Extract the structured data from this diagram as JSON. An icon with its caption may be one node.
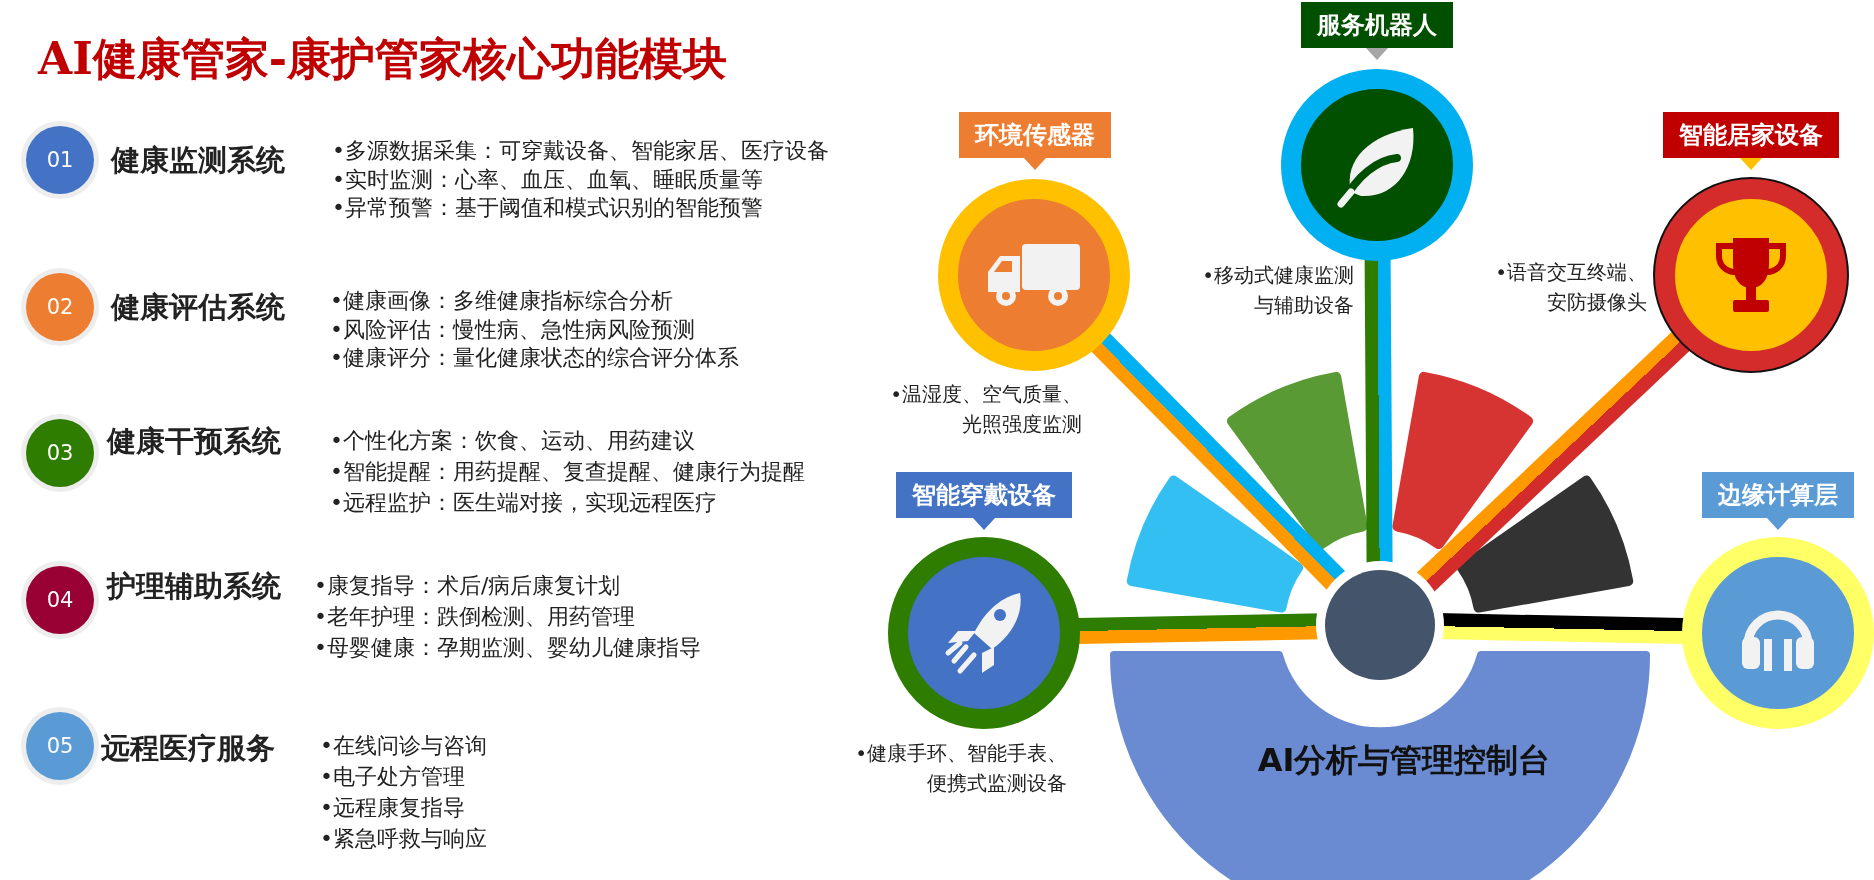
{
  "diagram": {
    "title": "AI健康管家-康护管家核心功能模块",
    "nodes": [
      {
        "text": [
          "01",
          "健康监测系统"
        ],
        "beside": [
          "•多源数据采集：可穿戴设备、智能家居、医疗设备",
          "•实时监测：心率、血压、血氧、睡眠质量等",
          "•异常预警：基于阈值和模式识别的智能预警"
        ]
      },
      {
        "text": [
          "02",
          "健康评估系统"
        ],
        "beside": [
          "•健康画像：多维健康指标综合分析",
          "•风险评估：慢性病、急性病风险预测",
          "•健康评分：量化健康状态的综合评分体系"
        ]
      },
      {
        "text": [
          "03",
          "健康干预系统"
        ],
        "beside": [
          "•个性化方案：饮食、运动、用药建议",
          "•智能提醒：用药提醒、复查提醒、健康行为提醒",
          "•远程监护：医生端对接，实现远程医疗"
        ]
      },
      {
        "text": [
          "04",
          "护理辅助系统"
        ],
        "beside": [
          "•康复指导：术后/病后康复计划",
          "•老年护理：跌倒检测、用药管理",
          "•母婴健康：孕期监测、婴幼儿健康指导"
        ]
      },
      {
        "text": [
          "05",
          "远程医疗服务"
        ],
        "beside": [
          "•在线问诊与咨询",
          "•电子处方管理",
          "•远程康复指导",
          "•紧急呼救与响应"
        ]
      },
      {
        "text": [
          "服务机器人"
        ],
        "beside": [
          "•移动式健康监测与辅助设备"
        ]
      },
      {
        "text": [
          "环境传感器"
        ],
        "beside": [
          "•温湿度、空气质量、光照强度监测"
        ]
      },
      {
        "text": [
          "智能居家设备"
        ],
        "beside": [
          "•语音交互终端、安防摄像头"
        ]
      },
      {
        "text": [
          "智能穿戴设备"
        ],
        "beside": [
          "•健康手环、智能手表、便携式监测设备"
        ]
      },
      {
        "text": [
          "边缘计算层"
        ]
      },
      {
        "text": [],
        "shape": "circle"
      },
      {
        "text": [
          "AI分析与管理控制台"
        ]
      }
    ],
    "edges": [
      {
        "from": 5,
        "to": 10,
        "arrow": "none",
        "color": "#00b0f0"
      },
      {
        "from": 6,
        "to": 10,
        "arrow": "none",
        "color": "#00b0f0"
      },
      {
        "from": 7,
        "to": 10,
        "arrow": "none",
        "color": "#ff9900"
      },
      {
        "from": 8,
        "to": 10,
        "arrow": "none",
        "color": "#2e7d00"
      },
      {
        "from": 9,
        "to": 10,
        "arrow": "none",
        "color": "#000000"
      }
    ]
  }
}
